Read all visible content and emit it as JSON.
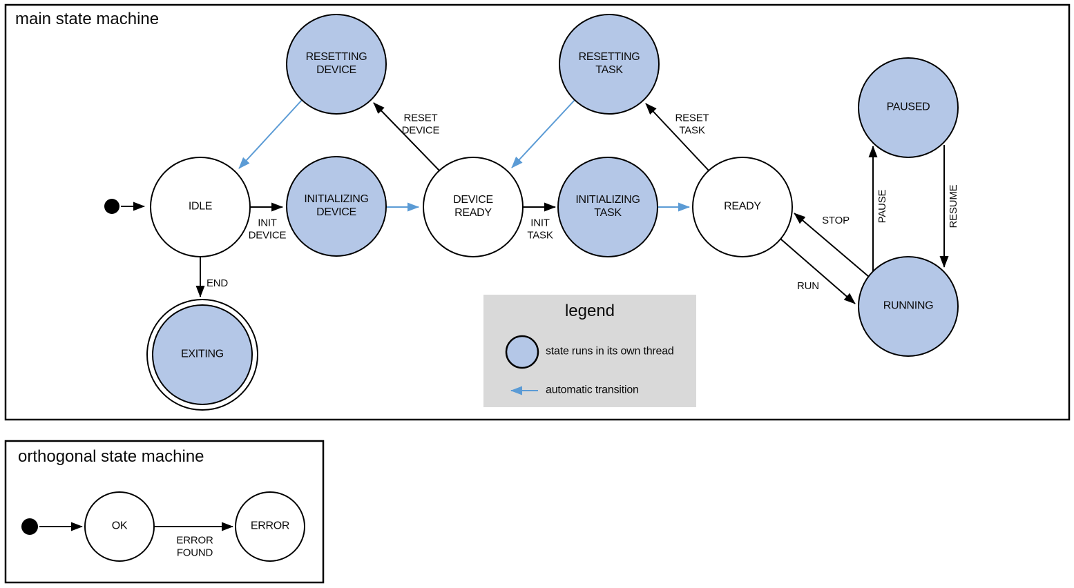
{
  "main": {
    "title": "main state machine",
    "states": {
      "idle": "IDLE",
      "resetting_device": "RESETTING\nDEVICE",
      "initializing_device": "INITIALIZING\nDEVICE",
      "device_ready": "DEVICE\nREADY",
      "resetting_task": "RESETTING\nTASK",
      "initializing_task": "INITIALIZING\nTASK",
      "ready": "READY",
      "paused": "PAUSED",
      "running": "RUNNING",
      "exiting": "EXITING"
    },
    "transitions": {
      "init_device": "INIT\nDEVICE",
      "reset_device": "RESET\nDEVICE",
      "init_task": "INIT\nTASK",
      "reset_task": "RESET\nTASK",
      "end": "END",
      "run": "RUN",
      "stop": "STOP",
      "pause": "PAUSE",
      "resume": "RESUME"
    }
  },
  "legend": {
    "title": "legend",
    "items": [
      {
        "label": "state runs in its own thread"
      },
      {
        "label": "automatic transition"
      }
    ]
  },
  "orthogonal": {
    "title": "orthogonal state machine",
    "states": {
      "ok": "OK",
      "error": "ERROR"
    },
    "transitions": {
      "error_found": "ERROR\nFOUND"
    }
  },
  "colors": {
    "thread_state_fill": "#b4c7e7",
    "automatic_transition_arrow": "#5b9bd5",
    "legend_background": "#d9d9d9",
    "outline": "#000000"
  }
}
